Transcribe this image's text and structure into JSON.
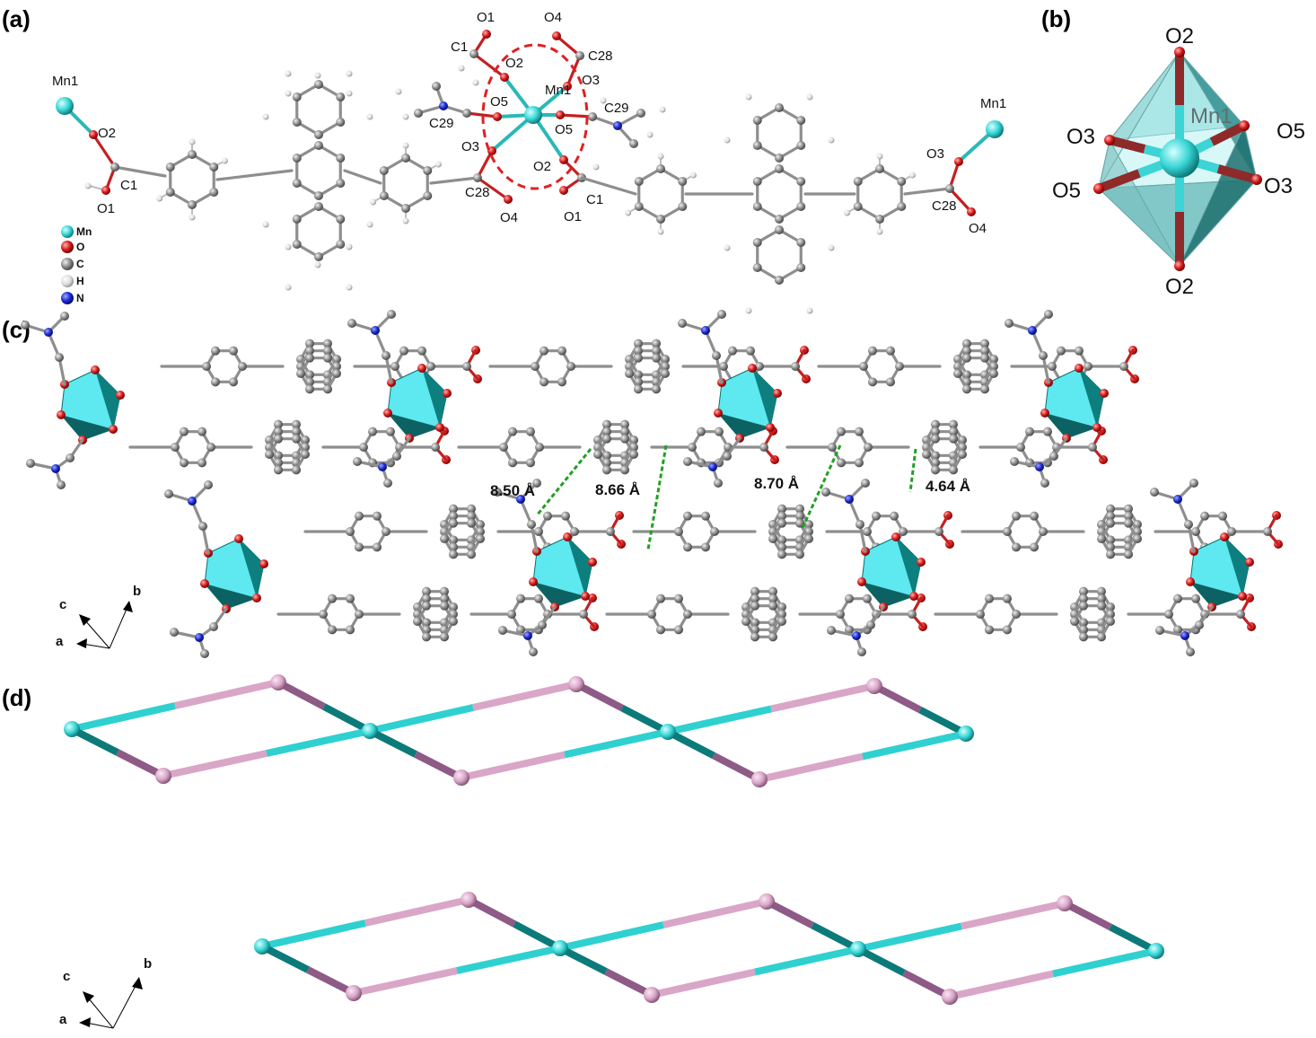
{
  "panels": {
    "a": "(a)",
    "b": "(b)",
    "c": "(c)",
    "d": "(d)"
  },
  "panel_a": {
    "atom_labels": {
      "mn_left": "Mn1",
      "o2_left": "O2",
      "c1_left": "C1",
      "o1_left": "O1",
      "o1_top": "O1",
      "o4_top": "O4",
      "c1_top": "C1",
      "c28_top": "C28",
      "o2_top": "O2",
      "o3_top": "O3",
      "mn_center": "Mn1",
      "o5_left": "O5",
      "c29_right": "C29",
      "c29_left": "C29",
      "o5_right": "O5",
      "o3_bottom": "O3",
      "o2_bottom": "O2",
      "c28_bottom": "C28",
      "c1_bottom": "C1",
      "o4_bottom": "O4",
      "o1_bottom": "O1",
      "mn_right": "Mn1",
      "o3_right": "O3",
      "c28_right": "C28",
      "o4_right": "O4"
    },
    "legend": [
      {
        "symbol": "Mn",
        "color": "#38d6d6"
      },
      {
        "symbol": "O",
        "color": "#d41a1a"
      },
      {
        "symbol": "C",
        "color": "#8a8a8a"
      },
      {
        "symbol": "H",
        "color": "#dcdcdc"
      },
      {
        "symbol": "N",
        "color": "#1a2ad0"
      }
    ]
  },
  "panel_b": {
    "labels": {
      "top": "O2",
      "bottom": "O2",
      "upper_left": "O3",
      "lower_left": "O5",
      "upper_right": "O5",
      "lower_right": "O3",
      "center": "Mn1"
    }
  },
  "panel_c": {
    "distances": [
      "8.50 Å",
      "8.66 Å",
      "8.70 Å",
      "4.64 Å"
    ],
    "axes": {
      "c": "c",
      "b": "b",
      "a": "a"
    }
  },
  "panel_d": {
    "axes": {
      "c": "c",
      "b": "b",
      "a": "a"
    }
  },
  "colors": {
    "mn": "#38d6d6",
    "mn_dark": "#0e7f7f",
    "oxygen": "#d41a1a",
    "carbon": "#8a8a8a",
    "hydrogen": "#dcdcdc",
    "nitrogen": "#1a2ad0",
    "node_pink": "#d9a6c8",
    "node_purple": "#8e5a86",
    "dash_red": "#e02020",
    "dash_green": "#22a022"
  }
}
